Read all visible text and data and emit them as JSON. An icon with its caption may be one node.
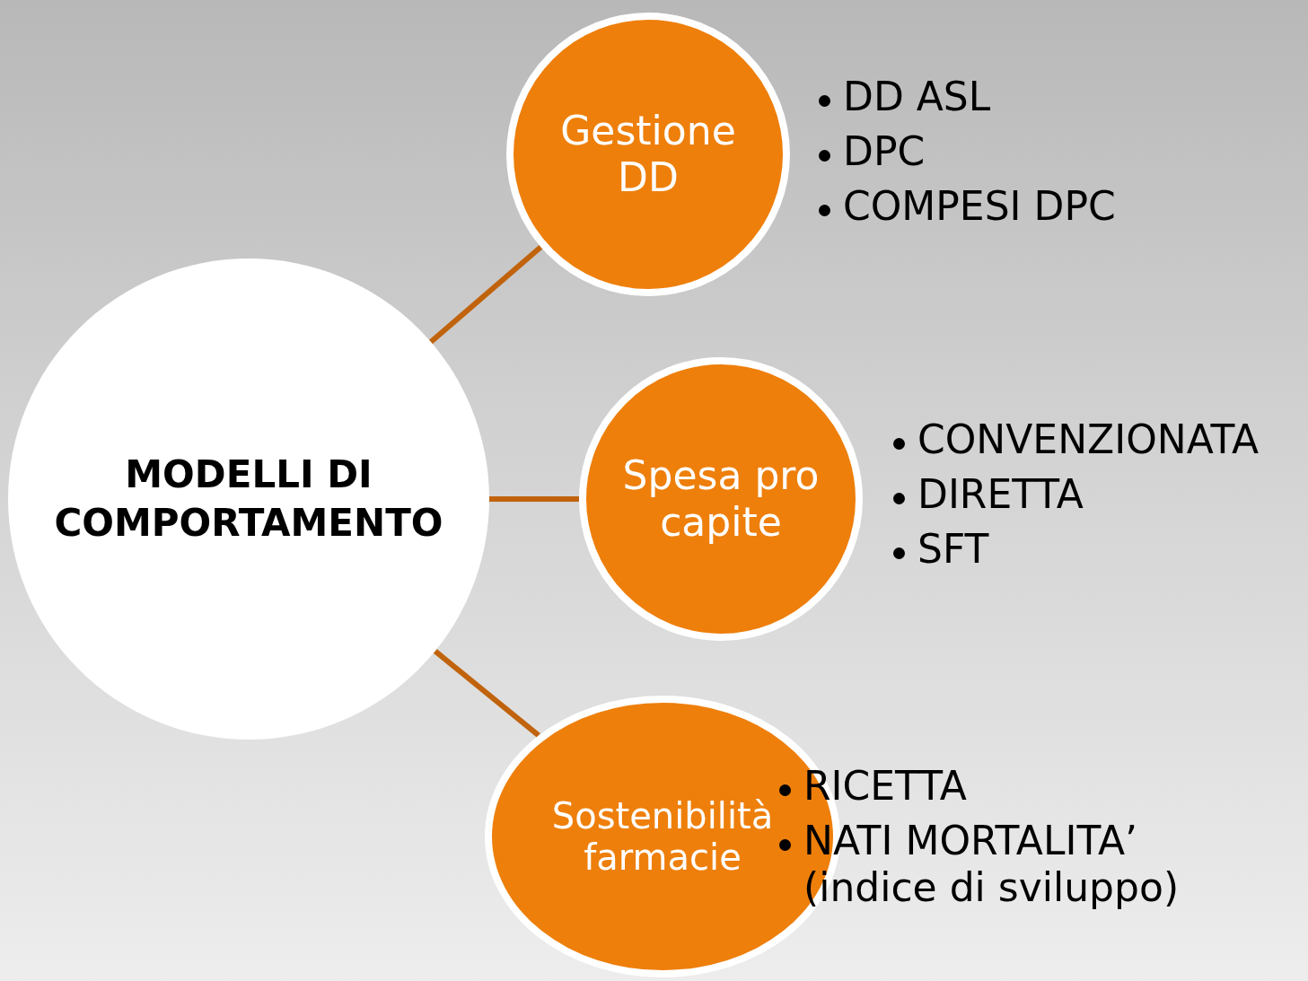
{
  "diagram": {
    "nodes": [
      {
        "text": [
          "MODELLI DI COMPORTAMENTO"
        ]
      },
      {
        "text": [
          "Gestione DD"
        ],
        "beside": [
          "DD ASL",
          "DPC",
          "COMPESI DPC"
        ]
      },
      {
        "text": [
          "Spesa pro capite"
        ],
        "beside": [
          "CONVENZIONATA",
          "DIRETTA",
          "SFT"
        ]
      },
      {
        "text": [
          "Sostenibilità farmacie"
        ],
        "beside": [
          "RICETTA",
          "NATI MORTALITA’ (indice di sviluppo)"
        ]
      }
    ],
    "edges": [
      {
        "from": 0,
        "to": 1,
        "arrow": "none",
        "color": "#c0630c"
      },
      {
        "from": 0,
        "to": 2,
        "arrow": "none",
        "color": "#c0630c"
      },
      {
        "from": 0,
        "to": 3,
        "arrow": "none",
        "color": "#c0630c"
      }
    ]
  }
}
